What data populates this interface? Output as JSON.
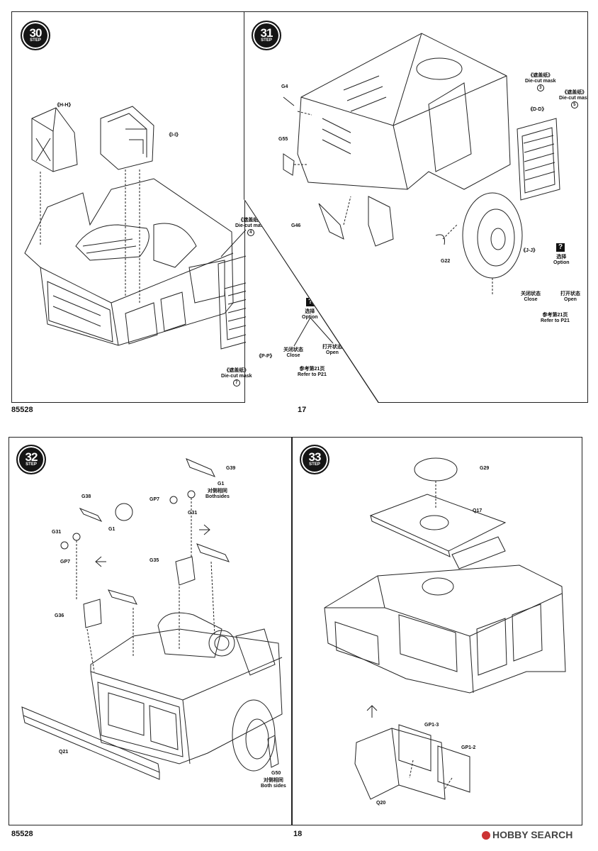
{
  "pages": [
    {
      "catalog": "85528",
      "page_number": "17"
    },
    {
      "catalog": "85528",
      "page_number": "18"
    }
  ],
  "steps": {
    "s30": {
      "num": "30",
      "word": "STEP",
      "parts": [
        "《H-H》",
        "《I-I》",
        "《P-P》"
      ],
      "mask_top": {
        "cn": "《遮盖纸》",
        "en": "Die-cut mask",
        "n": "4"
      },
      "mask_bottom": {
        "cn": "《遮盖纸》",
        "en": "Die-cut mask",
        "n": "7"
      },
      "option": {
        "icon": "?",
        "cn": "选择",
        "en": "Option"
      },
      "close": {
        "cn": "关闭状态",
        "en": "Close"
      },
      "open": {
        "cn": "打开状态",
        "en": "Open"
      },
      "refer": {
        "cn": "参考第21页",
        "en": "Refer to P21"
      }
    },
    "s31": {
      "num": "31",
      "word": "STEP",
      "parts": [
        "G4",
        "G55",
        "G46",
        "G22",
        "《D-D》",
        "《J-J》"
      ],
      "mask_a": {
        "cn": "《遮盖纸》",
        "en": "Die-cut mask",
        "n": "3"
      },
      "mask_b": {
        "cn": "《遮盖纸》",
        "en": "Die-cut mask",
        "n": "5"
      },
      "option": {
        "icon": "?",
        "cn": "选择",
        "en": "Option"
      },
      "close": {
        "cn": "关闭状态",
        "en": "Close"
      },
      "open": {
        "cn": "打开状态",
        "en": "Open"
      },
      "refer": {
        "cn": "参考第21页",
        "en": "Refer to P21"
      }
    },
    "s32": {
      "num": "32",
      "word": "STEP",
      "parts": [
        "G39",
        "G1",
        "GP7",
        "G31",
        "G38",
        "G31",
        "G1",
        "GP7",
        "G35",
        "G36",
        "Q21",
        "G50"
      ],
      "bothsides_a": {
        "cn": "对侧相同",
        "en": "Bothsides"
      },
      "bothsides_b": {
        "cn": "对侧相同",
        "en": "Both sides"
      }
    },
    "s33": {
      "num": "33",
      "word": "STEP",
      "parts": [
        "G29",
        "Q17",
        "GP1-3",
        "GP1-2",
        "Q20"
      ]
    }
  },
  "watermark": {
    "text": "HOBBY SEARCH"
  }
}
